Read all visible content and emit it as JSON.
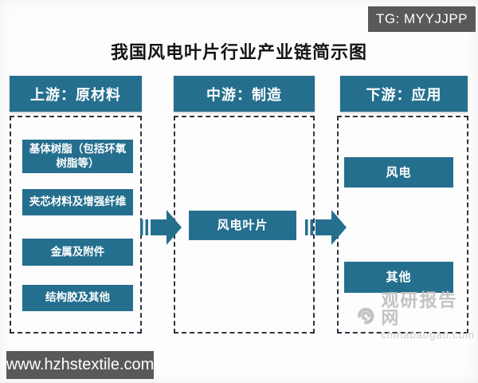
{
  "badge": {
    "label": "TG: MYYJJPP"
  },
  "title": "我国风电叶片行业产业链简示图",
  "columns": [
    {
      "header": "上游：原材料",
      "items": [
        "基体树脂（包括环氧树脂等）",
        "夹芯材料及增强纤维",
        "金属及附件",
        "结构胶及其他"
      ]
    },
    {
      "header": "中游：制造",
      "items": [
        "风电叶片"
      ]
    },
    {
      "header": "下游：应用",
      "items": [
        "风电",
        "其他"
      ]
    }
  ],
  "watermark": {
    "name": "观研报告网",
    "site": "chinabaogao.com"
  },
  "footer": {
    "url": "www.hzhstextile.com"
  },
  "colors": {
    "teal": "#256f8e",
    "badge_gray": "#58595b",
    "dash_border": "#2a3540",
    "watermark_gray": "#c3c3c3"
  }
}
